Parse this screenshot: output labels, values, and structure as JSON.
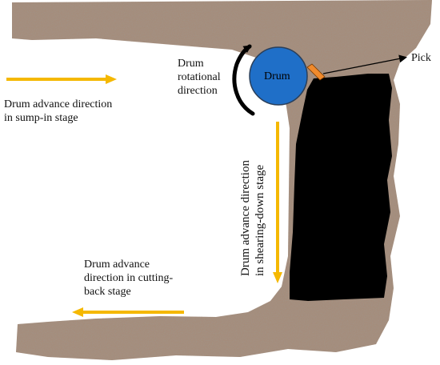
{
  "labels": {
    "drum": "Drum",
    "pick": "Pick",
    "rotational": "Drum\nrotational\ndirection",
    "sump_in": "Drum advance direction\nin sump-in stage",
    "shearing_down": "Drum advance direction\nin shearing-down stage",
    "cutting_back": "Drum advance\ndirection in cutting-\nback stage"
  },
  "colors": {
    "rock": "#a58d7b",
    "coal": "#000000",
    "drum": "#1f6fc8",
    "pick": "#f08a2c",
    "arrow": "#f5b800"
  }
}
